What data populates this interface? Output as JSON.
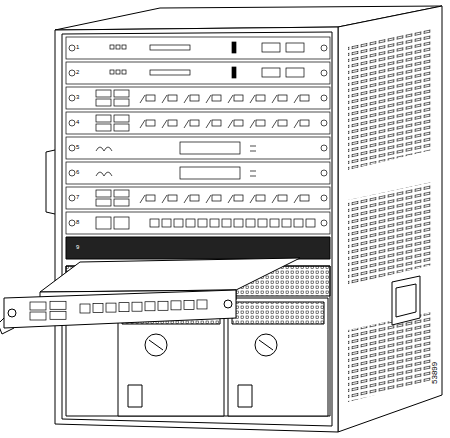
{
  "diagram": {
    "labels": [
      "1",
      "2",
      "3",
      "4",
      "5",
      "6",
      "7",
      "8",
      "9",
      "53899"
    ]
  }
}
